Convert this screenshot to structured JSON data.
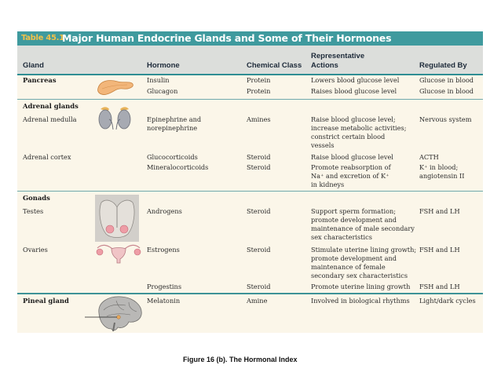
{
  "table": {
    "number": "Table 45.1",
    "title": "Major Human Endocrine Glands and Some of Their Hormones",
    "headers": {
      "gland": "Gland",
      "hormone": "Hormone",
      "chemical_class": "Chemical Class",
      "actions_1": "Representative",
      "actions_2": "Actions",
      "regulated_by": "Regulated By"
    },
    "pancreas": {
      "gland": "Pancreas",
      "rows": [
        {
          "hormone": "Insulin",
          "class": "Protein",
          "action": "Lowers blood glucose level",
          "regulated": "Glucose in blood"
        },
        {
          "hormone": "Glucagon",
          "class": "Protein",
          "action": "Raises blood glucose level",
          "regulated": "Glucose in blood"
        }
      ]
    },
    "adrenal": {
      "section": "Adrenal glands",
      "medulla": {
        "gland": "Adrenal medulla",
        "hormone_1": "Epinephrine and",
        "hormone_2": "norepinephrine",
        "class": "Amines",
        "action_1": "Raise blood glucose level;",
        "action_2": "increase metabolic activities;",
        "action_3": "constrict certain blood",
        "action_4": "vessels",
        "regulated": "Nervous system"
      },
      "cortex": {
        "gland": "Adrenal cortex",
        "hormone_1": "Glucocorticoids",
        "hormone_2": "Mineralocorticoids",
        "class_1": "Steroid",
        "class_2": "Steroid",
        "action_1": "Raise blood glucose level",
        "action_2": "Promote reabsorption of",
        "action_3": "Na⁺ and excretion of K⁺",
        "action_4": "in kidneys",
        "regulated_1": "ACTH",
        "regulated_2": "K⁺ in blood;",
        "regulated_3": "angiotensin II"
      }
    },
    "gonads": {
      "section": "Gonads",
      "testes": {
        "gland": "Testes",
        "hormone": "Androgens",
        "class": "Steroid",
        "action_1": "Support sperm formation;",
        "action_2": "promote development and",
        "action_3": "maintenance of male secondary",
        "action_4": "sex characteristics",
        "regulated": "FSH and LH"
      },
      "ovaries": {
        "gland": "Ovaries",
        "hormone": "Estrogens",
        "class": "Steroid",
        "action_1": "Stimulate uterine lining growth;",
        "action_2": "promote development and",
        "action_3": "maintenance of female",
        "action_4": "secondary sex characteristics",
        "regulated": "FSH and LH"
      },
      "progestins": {
        "hormone": "Progestins",
        "class": "Steroid",
        "action": "Promote uterine lining growth",
        "regulated": "FSH and LH"
      }
    },
    "pineal": {
      "gland": "Pineal gland",
      "hormone": "Melatonin",
      "class": "Amine",
      "action": "Involved in biological rhythms",
      "regulated": "Light/dark cycles"
    }
  },
  "caption": "Figure 16 (b). The Hormonal Index",
  "colors": {
    "title_bar": "#3f9a9e",
    "title_number": "#f2c14a",
    "header_bg": "#dcdedb",
    "table_bg": "#fbf6e9",
    "rule": "#3d9297"
  },
  "icons": [
    "pancreas-illustration",
    "adrenal-glands-illustration",
    "testes-illustration",
    "ovaries-uterus-illustration",
    "brain-pineal-illustration"
  ]
}
